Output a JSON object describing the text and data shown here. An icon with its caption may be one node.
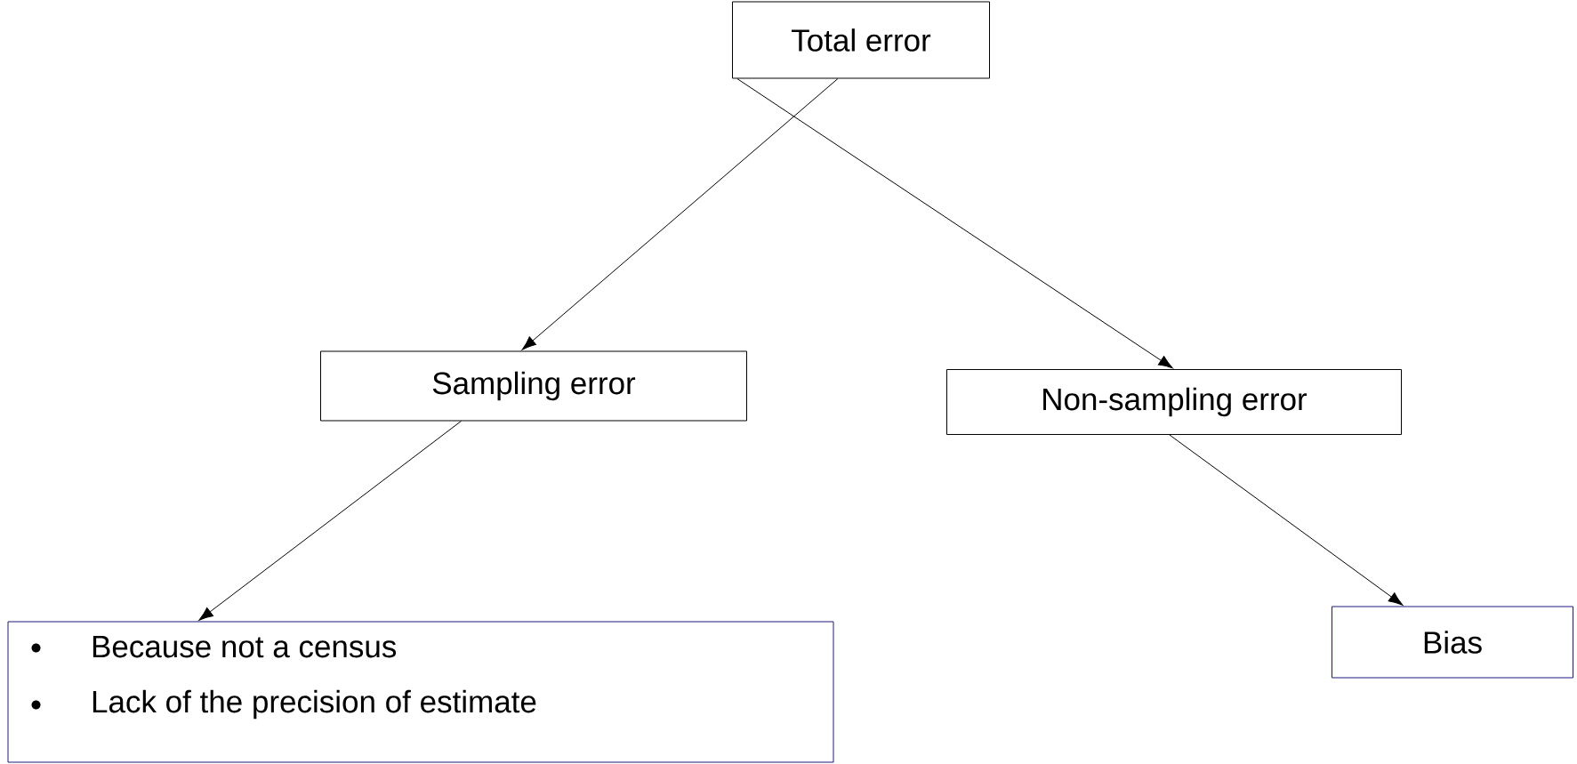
{
  "diagram": {
    "nodes": [
      {
        "text": [
          "Total error"
        ]
      },
      {
        "text": [
          "Sampling error"
        ]
      },
      {
        "text": [
          "Non-sampling error"
        ]
      },
      {
        "text": [
          "Because not a census",
          "Lack of the precision of estimate"
        ]
      },
      {
        "text": [
          "Bias"
        ]
      }
    ],
    "edges": [
      {
        "from": 0,
        "to": 1,
        "arrow": "to"
      },
      {
        "from": 0,
        "to": 2,
        "arrow": "to"
      },
      {
        "from": 1,
        "to": 3,
        "arrow": "to"
      },
      {
        "from": 2,
        "to": 4,
        "arrow": "to"
      }
    ]
  }
}
